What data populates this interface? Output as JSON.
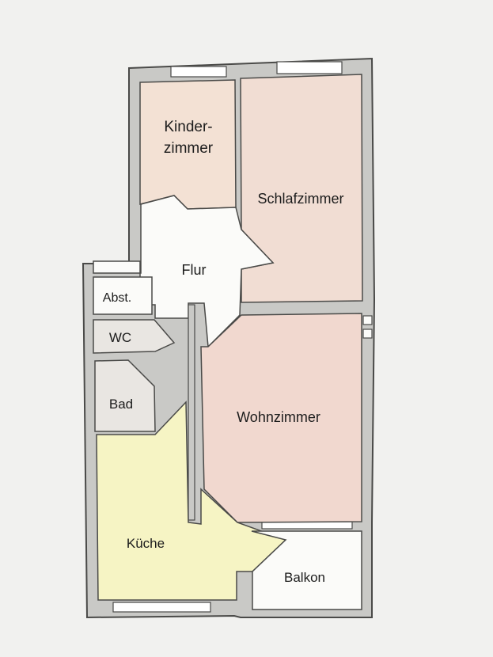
{
  "floorplan": {
    "colors": {
      "background": "#f1f1ef",
      "wall": "#c9c9c6",
      "wall_stroke": "#4a4a48",
      "window": "#ffffff",
      "bedroom": "#f1ddd3",
      "living": "#f1d8cf",
      "kids": "#f3e1d4",
      "kitchen": "#f6f4c4",
      "neutral": "#fbfbf9",
      "utility": "#e9e6e2"
    },
    "rooms": {
      "kinderzimmer": {
        "line1": "Kinder-",
        "line2": "zimmer"
      },
      "schlafzimmer": "Schlafzimmer",
      "flur": "Flur",
      "abstellraum": "Abst.",
      "wc": "WC",
      "bad": "Bad",
      "wohnzimmer": "Wohnzimmer",
      "kueche": "Küche",
      "balkon": "Balkon"
    }
  }
}
